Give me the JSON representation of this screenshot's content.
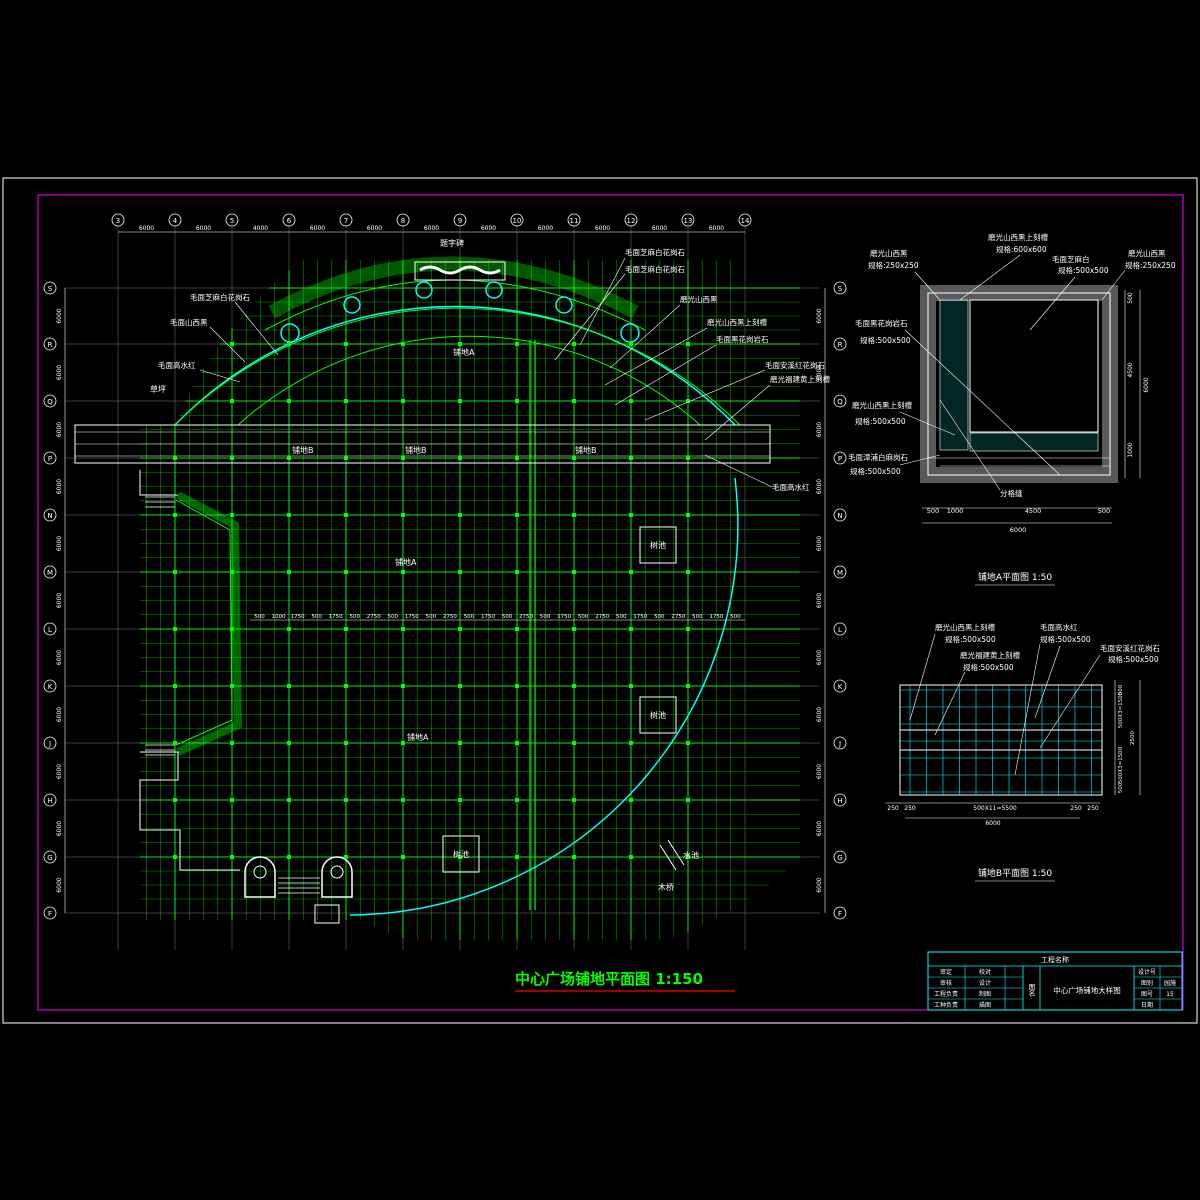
{
  "axis_labels_top": [
    "3",
    "4",
    "5",
    "6",
    "7",
    "8",
    "9",
    "10",
    "11",
    "12",
    "13",
    "14"
  ],
  "top_dims": [
    "6000",
    "6000",
    "4000",
    "6000",
    "6000",
    "6000",
    "6000",
    "6000",
    "6000",
    "6000",
    "6000"
  ],
  "axis_labels_side": [
    "S",
    "R",
    "Q",
    "P",
    "N",
    "M",
    "L",
    "K",
    "J",
    "H",
    "G",
    "F"
  ],
  "side_dims": [
    "6000",
    "6000",
    "6000",
    "6000",
    "6000",
    "6000",
    "6000",
    "6000",
    "6000",
    "6000",
    "6000"
  ],
  "main_title": "中心广场铺地平面图 1:150",
  "labels": {
    "feature_wall": "题字碑",
    "grass": "草坪",
    "paving_a1": "铺地A",
    "paving_a2": "铺地A",
    "paving_a3": "铺地A",
    "paving_b1": "铺地B",
    "paving_b2": "铺地B",
    "paving_b3": "铺地B",
    "tree_pool1": "树池",
    "tree_pool2": "树池",
    "tree_pool3": "树池",
    "water": "水池",
    "bridge": "木桥"
  },
  "callouts": [
    "毛面芝麻白花岗石",
    "毛面山西黑",
    "毛面高水红",
    "毛面芝麻白花岗石",
    "毛面芝麻白花岗石",
    "磨光山西黑",
    "磨光山西黑上刻槽",
    "毛面黑花岗岩石",
    "毛面安溪红花岗石",
    "磨光福建黄上刻槽",
    "毛面高水红"
  ],
  "row_dims": [
    "500",
    "1000",
    "1750",
    "500",
    "1750",
    "500",
    "2750",
    "500",
    "1750",
    "500",
    "2750",
    "500",
    "1750",
    "500",
    "2750",
    "500",
    "1750",
    "500",
    "2750",
    "500",
    "1750",
    "500",
    "2750",
    "500",
    "1750",
    "500"
  ],
  "detail_a": {
    "title": "铺地A平面图 1:50",
    "labels": [
      "磨光山西黑上刻槽",
      "规格:600x600",
      "毛面芝麻白",
      "规格:500x500",
      "磨光山西黑",
      "规格:250x250",
      "磨光山西黑",
      "规格:250x250",
      "毛面黑花岗岩石",
      "规格:500x500",
      "磨光山西黑上刻槽",
      "规格:500x500",
      "毛面漳浦白麻岗石",
      "规格:500x500",
      "分格缝"
    ],
    "dims_bottom": [
      "500",
      "1000",
      "4500",
      "500"
    ],
    "dim_total": "6000",
    "dims_right": [
      "500",
      "4500",
      "1000"
    ],
    "dim_right_total": "6000"
  },
  "detail_b": {
    "title": "铺地B平面图 1:50",
    "labels": [
      "磨光山西黑上刻槽",
      "规格:500x500",
      "毛面高水红",
      "规格:500x500",
      "毛面安溪红花岗石",
      "规格:500x500",
      "磨光福建黄上刻槽",
      "规格:500x500"
    ],
    "dims_bottom": [
      "250",
      "250",
      "500X11=5500",
      "250",
      "250"
    ],
    "dim_total": "6000",
    "dims_right": [
      "500",
      "500X3=1500",
      "2500",
      "500X3=1500",
      "500"
    ]
  },
  "title_block": {
    "project_name": "工程名称",
    "rows_left": [
      [
        "审定",
        "校对"
      ],
      [
        "审核",
        "设计"
      ],
      [
        "工程负责",
        "制图"
      ],
      [
        "工种负责",
        "描图"
      ]
    ],
    "drawing_label": "图名",
    "drawing_name": "中心广场铺地大样图",
    "rows_right": [
      [
        "设计号",
        ""
      ],
      [
        "图别",
        "园施"
      ],
      [
        "图号",
        "15"
      ],
      [
        "日期",
        ""
      ]
    ]
  },
  "colors": {
    "background": "#000000",
    "border": "#ffffff",
    "inner_border": "#ff00ff",
    "grid": "#00ff00",
    "cyan": "#00ffff",
    "white": "#ffffff",
    "title": "#00ff00",
    "title_underline": "#ff0000"
  }
}
